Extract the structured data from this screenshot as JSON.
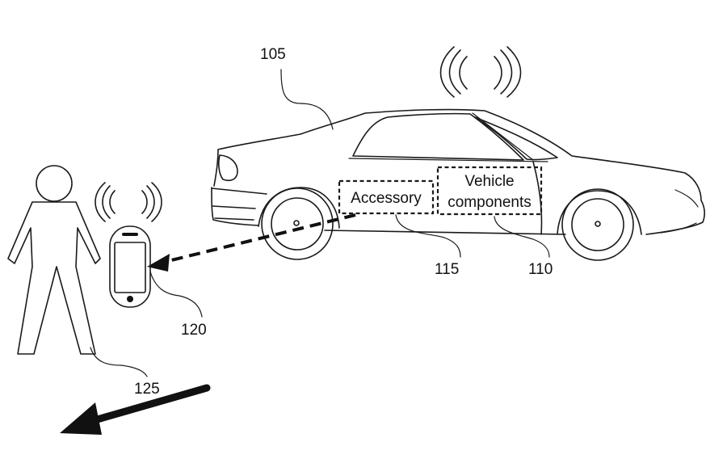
{
  "figure": {
    "reference_numerals": {
      "vehicle": "105",
      "vehicle_components": "110",
      "accessory": "115",
      "mobile_device": "120",
      "user": "125"
    },
    "boxes": {
      "accessory_label": "Accessory",
      "vehicle_components_line1": "Vehicle",
      "vehicle_components_line2": "components"
    },
    "icons": [
      "vehicle-icon",
      "person-icon",
      "smartphone-icon",
      "wireless-signal-icon",
      "direction-arrow-icon"
    ]
  }
}
